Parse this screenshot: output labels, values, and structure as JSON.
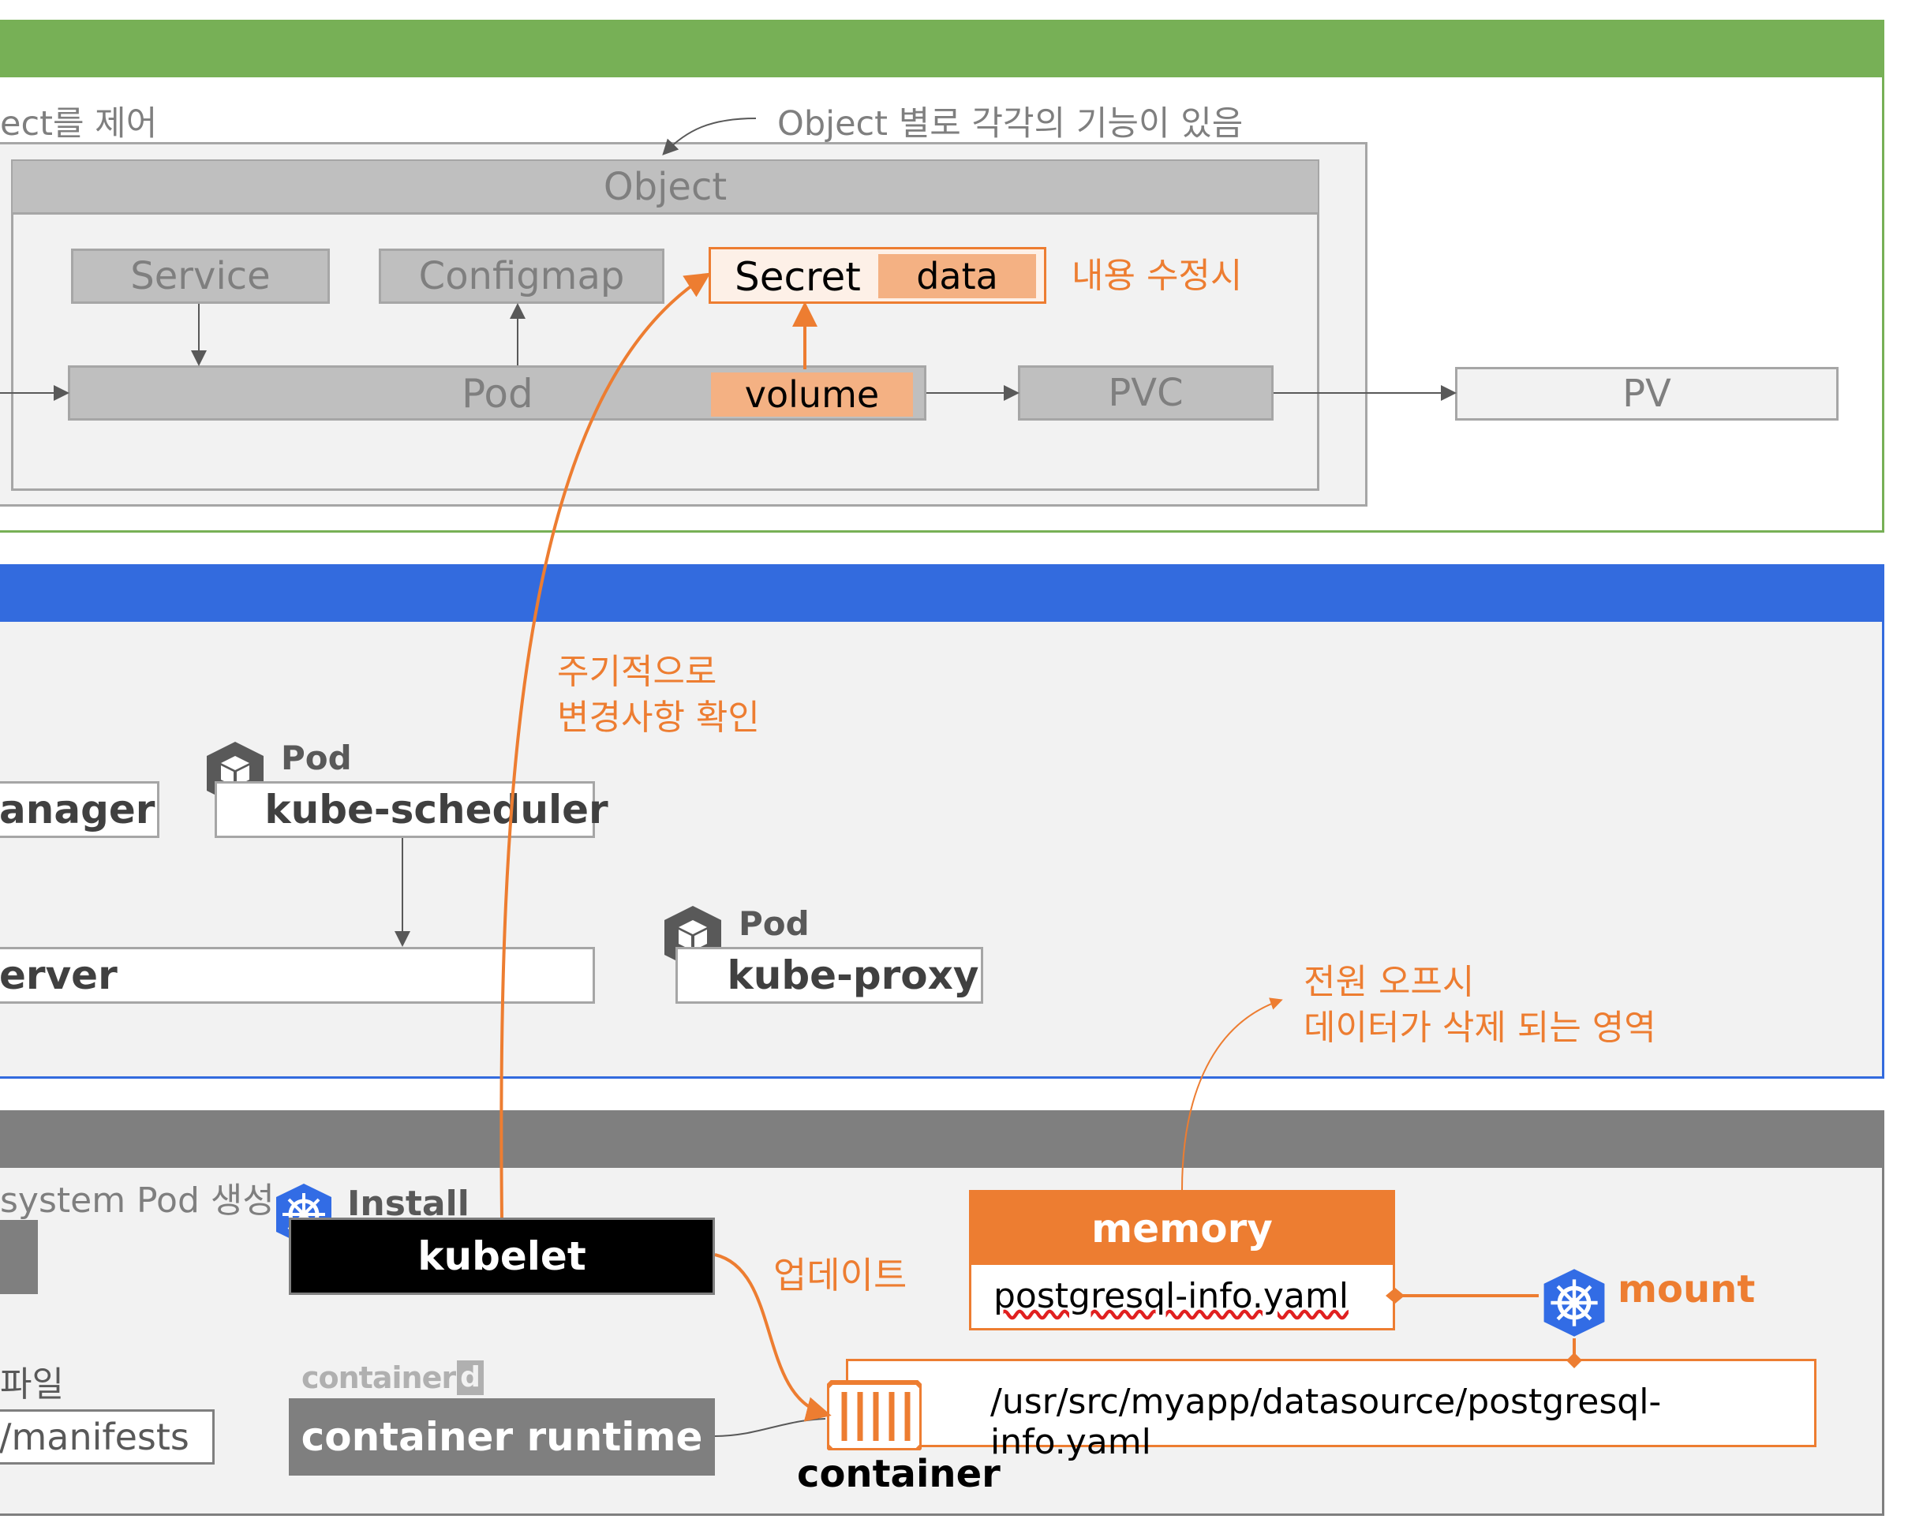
{
  "colors": {
    "master_green": "#77b056",
    "node_blue": "#336bde",
    "worker_gray": "#7f7f7f",
    "orange": "#ed7d31",
    "light_orange": "#f4b183",
    "panel_gray": "#f2f2f2",
    "object_gray": "#bfbfbf",
    "text_gray": "#7f7f7f",
    "k8s_blue": "#326ce5"
  },
  "master": {
    "control_label": "ect를 제어",
    "object_note": "Object 별로 각각의 기능이 있음",
    "object_title": "Object",
    "service": "Service",
    "configmap": "Configmap",
    "secret": "Secret",
    "secret_data": "data",
    "secret_note": "내용 수정시",
    "pod": "Pod",
    "volume": "volume",
    "pvc": "PVC",
    "pv": "PV"
  },
  "control_plane": {
    "kubelet_note_line1": "주기적으로",
    "kubelet_note_line2": "변경사항 확인",
    "controller_manager": "anager",
    "scheduler_pod_label": "Pod",
    "scheduler_pod_icon_text": "pod",
    "kube_scheduler": "kube-scheduler",
    "api_server": "erver",
    "proxy_pod_label": "Pod",
    "proxy_pod_icon_text": "pod",
    "kube_proxy": "kube-proxy",
    "memory_note_line1": "전원 오프시",
    "memory_note_line2": "데이터가 삭제 되는 영역"
  },
  "worker": {
    "system_pod_label": "system Pod 생성",
    "install_label": "Install",
    "kubelet": "kubelet",
    "update_label": "업데이트",
    "file_label": "파일",
    "manifests": "/manifests",
    "containerd_logo": "container",
    "containerd_logo_d": "d",
    "container_runtime": "container runtime",
    "container_label": "container",
    "memory_title": "memory",
    "memory_file": "postgresql-info.yaml",
    "mount_label": "mount",
    "container_path": "/usr/src/myapp/datasource/postgresql-info.yaml"
  }
}
